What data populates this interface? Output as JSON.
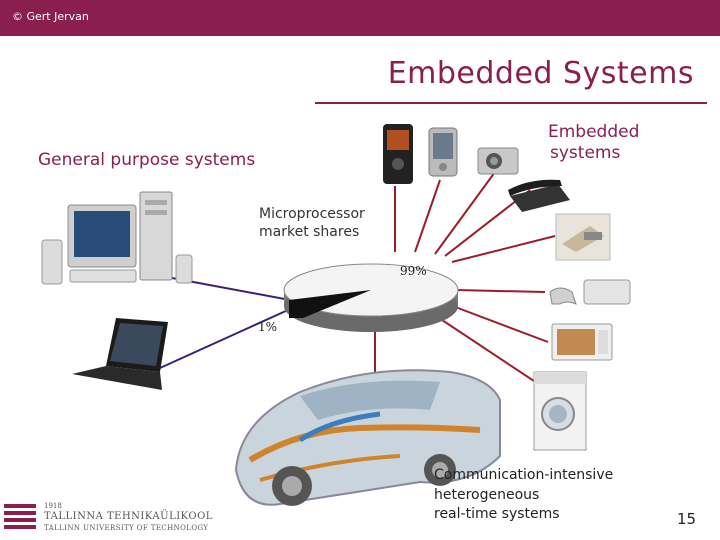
{
  "header": {
    "copyright": "© Gert Jervan"
  },
  "slide": {
    "title": "Embedded Systems",
    "general_purpose_label": "General purpose systems",
    "embedded_label_line1": "Embedded",
    "embedded_label_line2": "systems",
    "market_label_line1": "Microprocessor",
    "market_label_line2": "market shares",
    "comm_line1": "Communication-intensive",
    "comm_line2": "heterogeneous",
    "comm_line3": "real-time systems",
    "page_number": "15"
  },
  "chart_data": {
    "type": "pie",
    "title": "Microprocessor market shares",
    "categories": [
      "Embedded systems",
      "General purpose systems"
    ],
    "values": [
      99,
      1
    ],
    "data_labels": [
      "99%",
      "1%"
    ]
  },
  "logo": {
    "year": "1918",
    "name": "TALLINNA TEHNIKAÜLIKOOL",
    "english": "TALLINN UNIVERSITY OF TECHNOLOGY"
  },
  "colors": {
    "accent": "#8a1e4f",
    "link_line_gp": "#3b1f7a",
    "link_line_emb": "#9c1c2a"
  },
  "icons": [
    "desktop-computer-icon",
    "laptop-icon",
    "mobile-phone-icon",
    "pda-icon",
    "digital-camera-icon",
    "telephone-icon",
    "card-reader-icon",
    "game-console-icon",
    "microwave-icon",
    "washing-machine-icon",
    "car-icon"
  ]
}
